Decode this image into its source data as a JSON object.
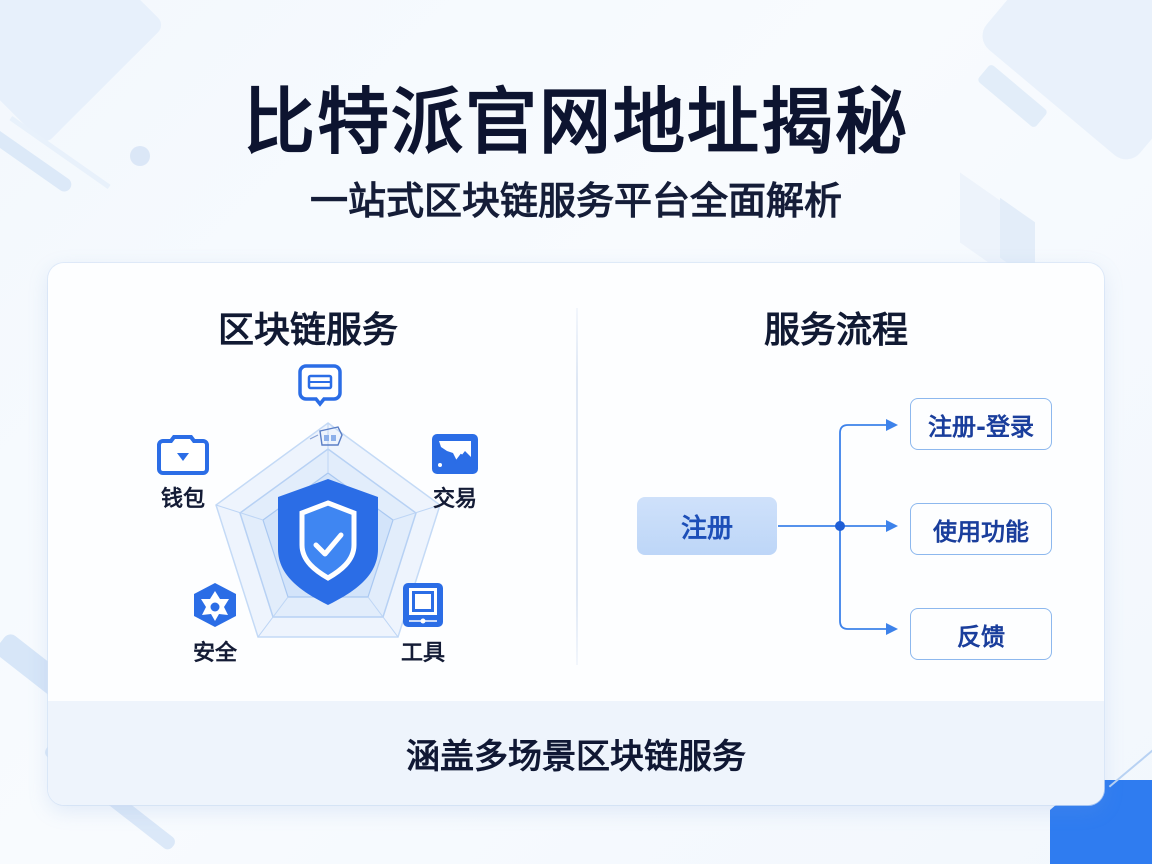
{
  "header": {
    "title": "比特派官网地址揭秘",
    "subtitle": "一站式区块链服务平台全面解析"
  },
  "left_panel": {
    "title": "区块链服务",
    "center_icon": "shield-check-icon",
    "nodes": [
      {
        "label": "",
        "icon": "chat-screen-icon",
        "position": "top"
      },
      {
        "label": "钱包",
        "icon": "wallet-icon",
        "position": "upper-left"
      },
      {
        "label": "交易",
        "icon": "trade-chart-icon",
        "position": "upper-right"
      },
      {
        "label": "安全",
        "icon": "security-hexagon-icon",
        "position": "lower-left"
      },
      {
        "label": "工具",
        "icon": "tablet-tool-icon",
        "position": "lower-right"
      }
    ]
  },
  "right_panel": {
    "title": "服务流程",
    "start": "注册",
    "branches": [
      "注册-登录",
      "使用功能",
      "反馈"
    ]
  },
  "footer": {
    "text": "涵盖多场景区块链服务"
  },
  "colors": {
    "primary_blue": "#2d6fe8",
    "light_blue": "#c7dcf8",
    "title_text": "#0d1430",
    "flow_text": "#1a3e9c",
    "border_blue": "#8db8ee"
  }
}
